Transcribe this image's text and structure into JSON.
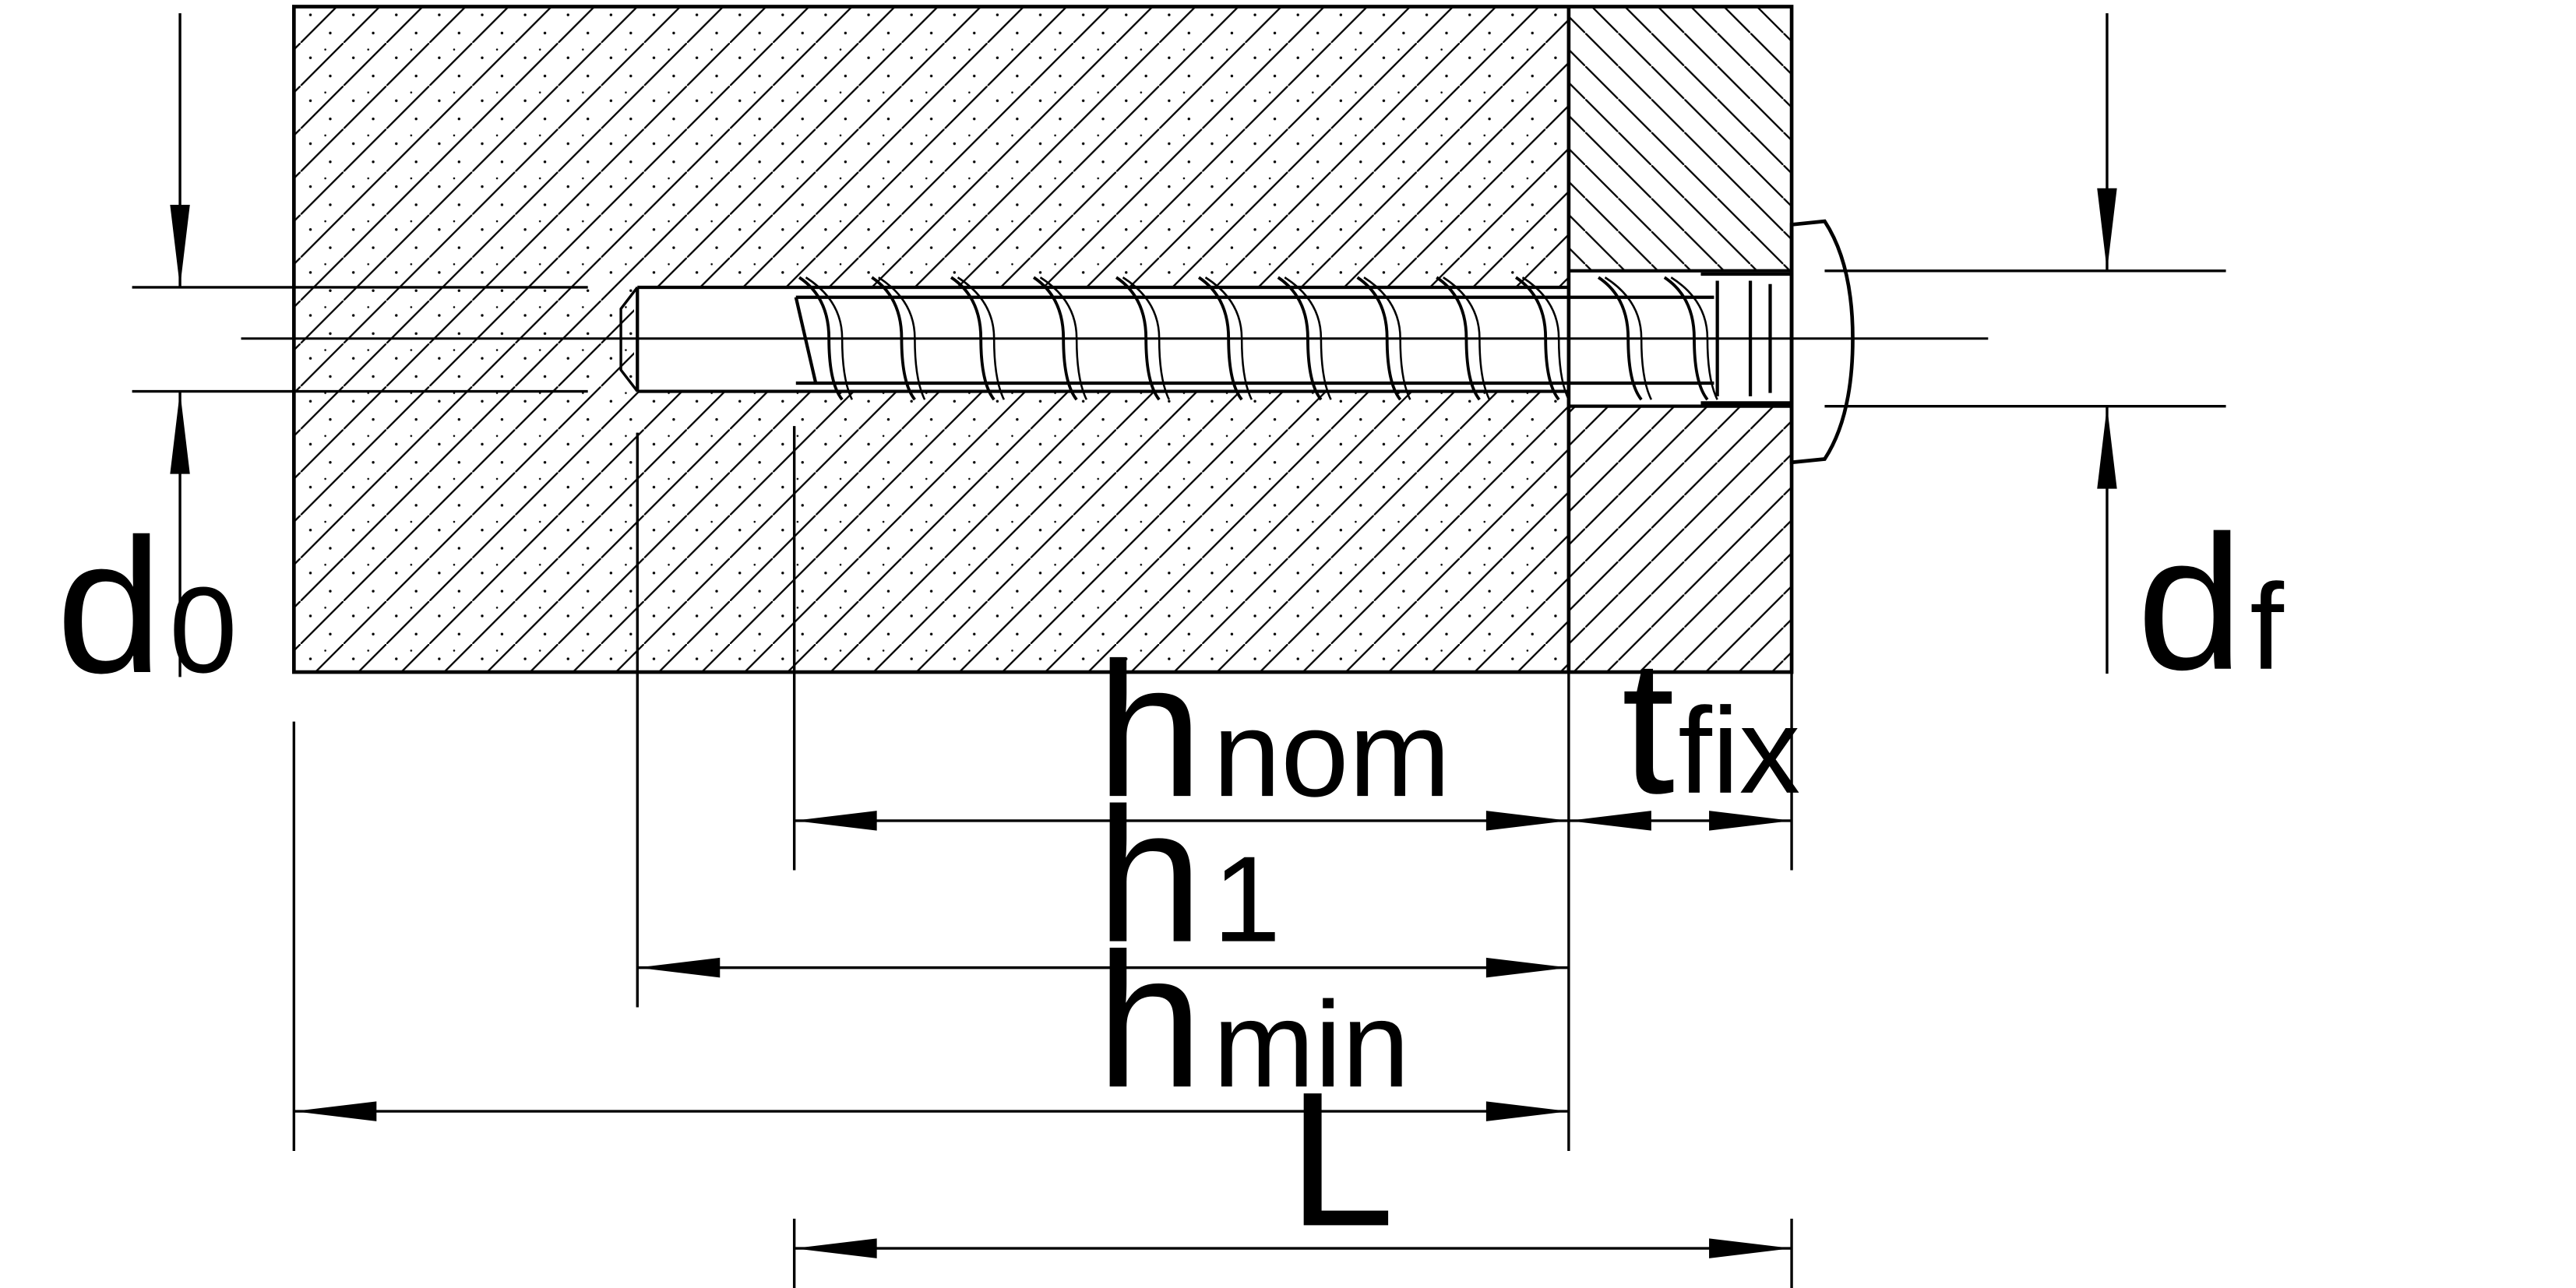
{
  "colors": {
    "ink": "#000000",
    "background": "#ffffff"
  },
  "labels": {
    "d0": {
      "main": "d",
      "sub": "0"
    },
    "df": {
      "main": "d",
      "sub": "f"
    },
    "hnom": {
      "main": "h",
      "sub": "nom"
    },
    "tfix": {
      "main": "t",
      "sub": "fix"
    },
    "h1": {
      "main": "h",
      "sub": "1"
    },
    "hmin": {
      "main": "h",
      "sub": "min"
    },
    "L": {
      "main": "L"
    }
  }
}
